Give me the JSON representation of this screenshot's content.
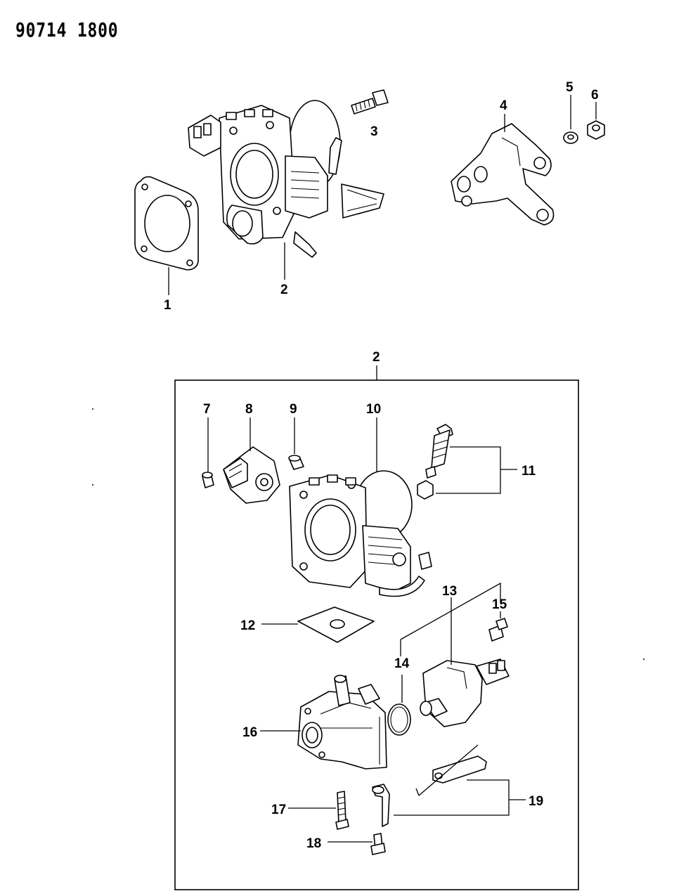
{
  "header": {
    "document_number": "90714 1800"
  },
  "callouts": {
    "c1": "1",
    "c2_top": "2",
    "c3": "3",
    "c4": "4",
    "c5": "5",
    "c6": "6",
    "c2_box": "2",
    "c7": "7",
    "c8": "8",
    "c9": "9",
    "c10": "10",
    "c11": "11",
    "c12": "12",
    "c13": "13",
    "c14": "14",
    "c15": "15",
    "c16": "16",
    "c17": "17",
    "c18": "18",
    "c19": "19"
  }
}
